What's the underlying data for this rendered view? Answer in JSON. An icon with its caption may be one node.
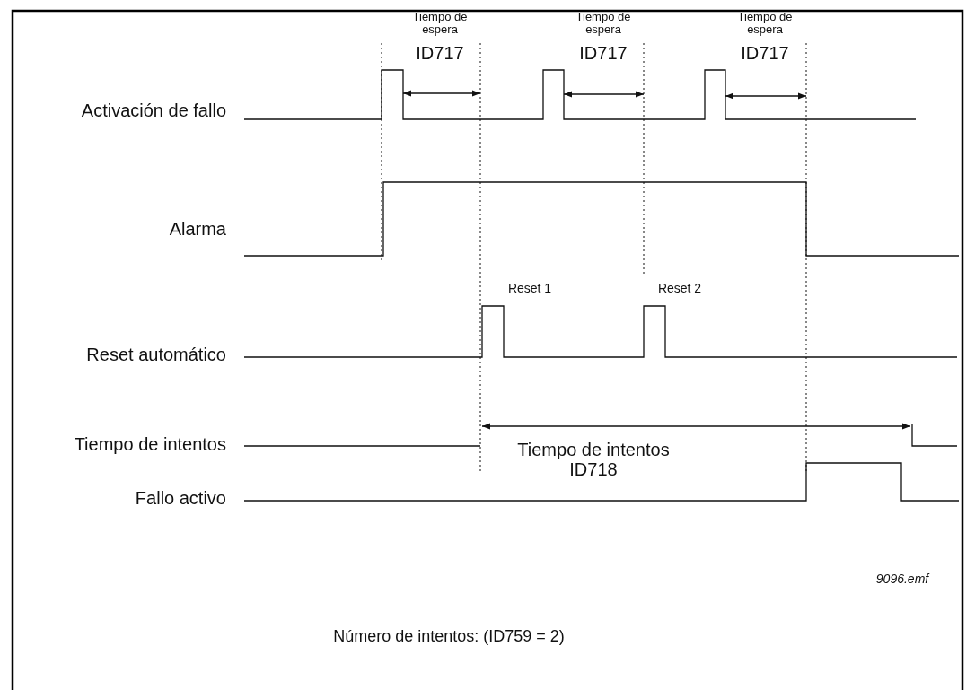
{
  "diagram": {
    "caption": "Número de intentos: (ID759 = 2)",
    "labels": [
      "Tiempo de espera",
      "ID717",
      "Tiempo de espera",
      "ID717",
      "Tiempo de espera",
      "ID717",
      "Activación de fallo",
      "Alarma",
      "Reset 1",
      "Reset 2",
      "Reset automático",
      "Tiempo de intentos",
      "Tiempo de intentos ID718",
      "Fallo activo",
      "9096.emf"
    ]
  }
}
